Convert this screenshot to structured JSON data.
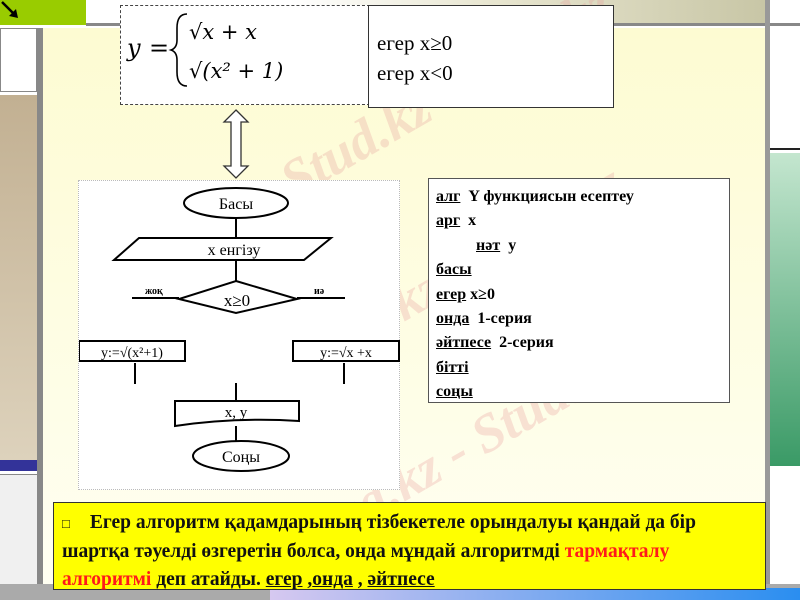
{
  "formula": {
    "lhs": "y",
    "case1": "√x + x",
    "case2": "√(x² + 1)"
  },
  "conditions": [
    "егер x≥0",
    "егер x<0"
  ],
  "flowchart": {
    "start": "Басы",
    "input": "x енгізу",
    "decision": "x≥0",
    "no": "жоқ",
    "yes": "иә",
    "left_assign": "y:=√(x²+1)",
    "right_assign": "y:=√x +x",
    "output": "x, y",
    "end": "Соңы"
  },
  "algorithm": {
    "lines": [
      {
        "kw": "алг",
        "rest": "Y функциясын есептеу"
      },
      {
        "kw": "арг",
        "rest": "x"
      },
      {
        "kw": "нәт",
        "rest": "y"
      },
      {
        "kw": "басы",
        "rest": ""
      },
      {
        "kw": "егер",
        "rest": "x≥0"
      },
      {
        "kw": "онда",
        "rest": "1-серия"
      },
      {
        "kw": "әйтпесе",
        "rest": "2-серия"
      },
      {
        "kw": "бітті",
        "rest": ""
      },
      {
        "kw": "соңы",
        "rest": ""
      }
    ]
  },
  "definition": {
    "bullet": "□",
    "text1": "Егер алгоритм қадамдарының тізбекетеле орындалуы қандай да бір шартқа тәуелді өзгеретін болса, онда мұндай алгоритмді",
    "highlight": "тармақталу алгоритмі",
    "text2": "деп атайды.",
    "kw1": "егер",
    "kw2": "онда",
    "kw3": "әйтпесе"
  },
  "watermark": "Stud.kz - Stud.kz",
  "colors": {
    "highlight_red": "#ff1a1a",
    "box_yellow": "#ffff00",
    "accent_green": "#99cc00"
  }
}
